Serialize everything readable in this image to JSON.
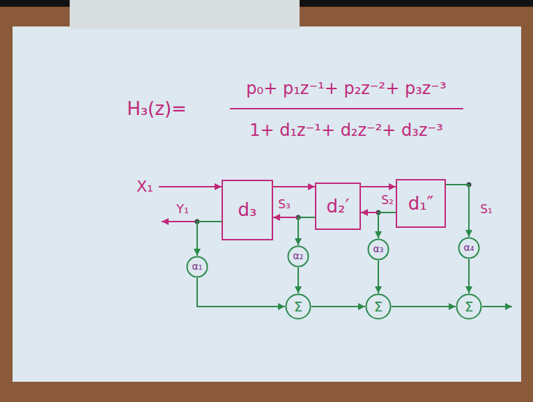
{
  "diagram": {
    "nodes": [
      {
        "text": [
          "d₃"
        ]
      },
      {
        "text": [
          "d₂′"
        ]
      },
      {
        "text": [
          "d₁″"
        ]
      },
      {
        "text": [
          "α₁"
        ]
      },
      {
        "text": [
          "α₂"
        ]
      },
      {
        "text": [
          "α₃"
        ]
      },
      {
        "text": [
          "α₄"
        ]
      },
      {
        "text": [
          "Σ"
        ]
      },
      {
        "text": [
          "Σ"
        ]
      },
      {
        "text": [
          "Σ"
        ]
      }
    ],
    "edges": [
      {
        "from": 0,
        "to": 1,
        "arrow": "to"
      },
      {
        "from": 1,
        "to": 0,
        "arrow": "to"
      },
      {
        "from": 1,
        "to": 2,
        "arrow": "to"
      },
      {
        "from": 2,
        "to": 1,
        "arrow": "to"
      },
      {
        "from": 0,
        "to": 3,
        "arrow": "to"
      },
      {
        "from": 1,
        "to": 4,
        "arrow": "to"
      },
      {
        "from": 2,
        "to": 5,
        "arrow": "to"
      },
      {
        "from": 2,
        "to": 6,
        "arrow": "to"
      },
      {
        "from": 3,
        "to": 7,
        "arrow": "to"
      },
      {
        "from": 4,
        "to": 7,
        "arrow": "to"
      },
      {
        "from": 7,
        "to": 8,
        "arrow": "to"
      },
      {
        "from": 5,
        "to": 8,
        "arrow": "to"
      },
      {
        "from": 8,
        "to": 9,
        "arrow": "to"
      },
      {
        "from": 6,
        "to": 9,
        "arrow": "to"
      }
    ],
    "labels": [
      "H₃(z)=",
      "p₀+ p₁z⁻¹+ p₂z⁻²+ p₃z⁻³",
      "1+ d₁z⁻¹+ d₂z⁻²+ d₃z⁻³",
      "X₁",
      "Y₁",
      "S₃",
      "S₂",
      "S₁"
    ]
  }
}
